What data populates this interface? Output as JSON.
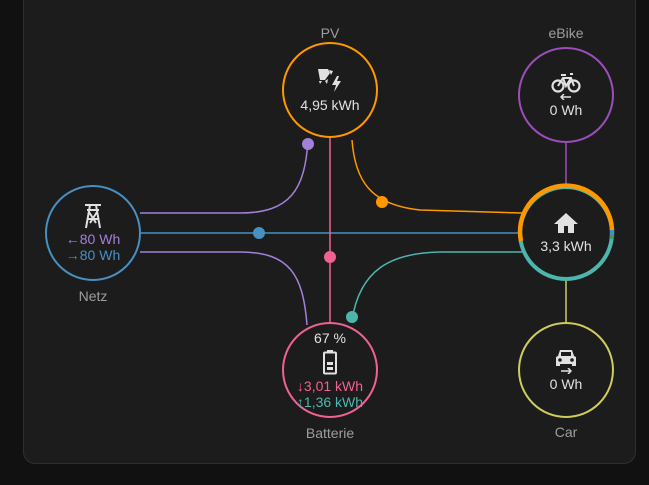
{
  "colors": {
    "solar": "#ff9800",
    "grid": "#488fc2",
    "grid_return": "#a280db",
    "battery_in": "#f06292",
    "battery_out": "#4db6ac",
    "ebike": "#9c4dbc",
    "car": "#d0cc5b",
    "text": "#e1e1e1",
    "label": "#9e9e9e"
  },
  "nodes": {
    "solar": {
      "label": "PV",
      "value": "4,95 kWh",
      "icon": "solar-panel-icon"
    },
    "ebike": {
      "label": "eBike",
      "value": "0 Wh",
      "icon": "bicycle-icon"
    },
    "grid": {
      "label": "Netz",
      "consumption": "80 Wh",
      "return": "80 Wh",
      "consumption_arrow": "←",
      "return_arrow": "→",
      "icon": "transmission-tower-icon"
    },
    "home": {
      "value": "3,3 kWh",
      "icon": "home-icon"
    },
    "battery": {
      "label": "Batterie",
      "soc": "67 %",
      "into": "3,01 kWh",
      "out": "1,36 kWh",
      "into_arrow": "↓",
      "out_arrow": "↑",
      "icon": "battery-icon"
    },
    "car": {
      "label": "Car",
      "value": "0 Wh",
      "icon": "car-icon"
    }
  }
}
